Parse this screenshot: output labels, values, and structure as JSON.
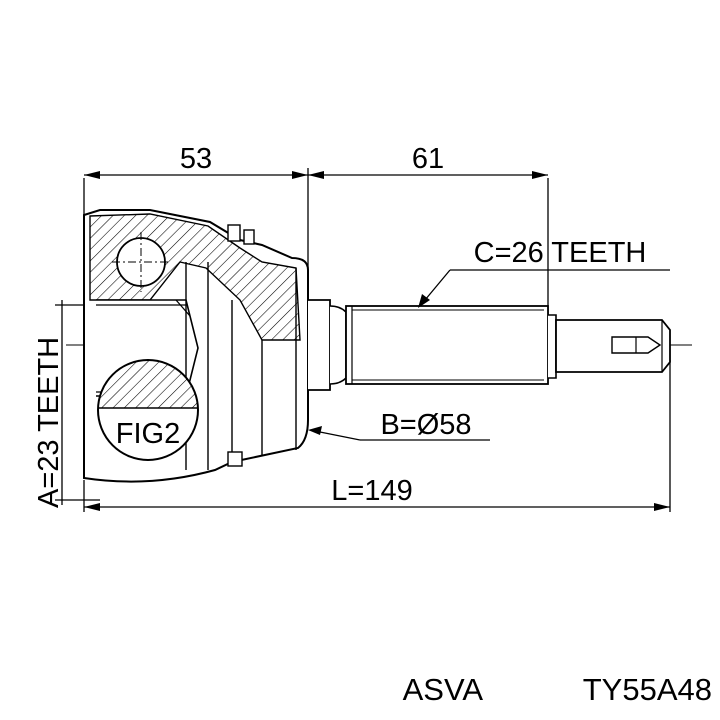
{
  "dimensions": {
    "top_left": "53",
    "top_right": "61",
    "spline_c": "C=26 TEETH",
    "diameter_b": "B=Ø58",
    "spline_a": "A=23 TEETH",
    "length_l": "L=149"
  },
  "detail_label": "FIG2",
  "footer": {
    "brand": "ASVA",
    "part_number": "TY55A48"
  }
}
